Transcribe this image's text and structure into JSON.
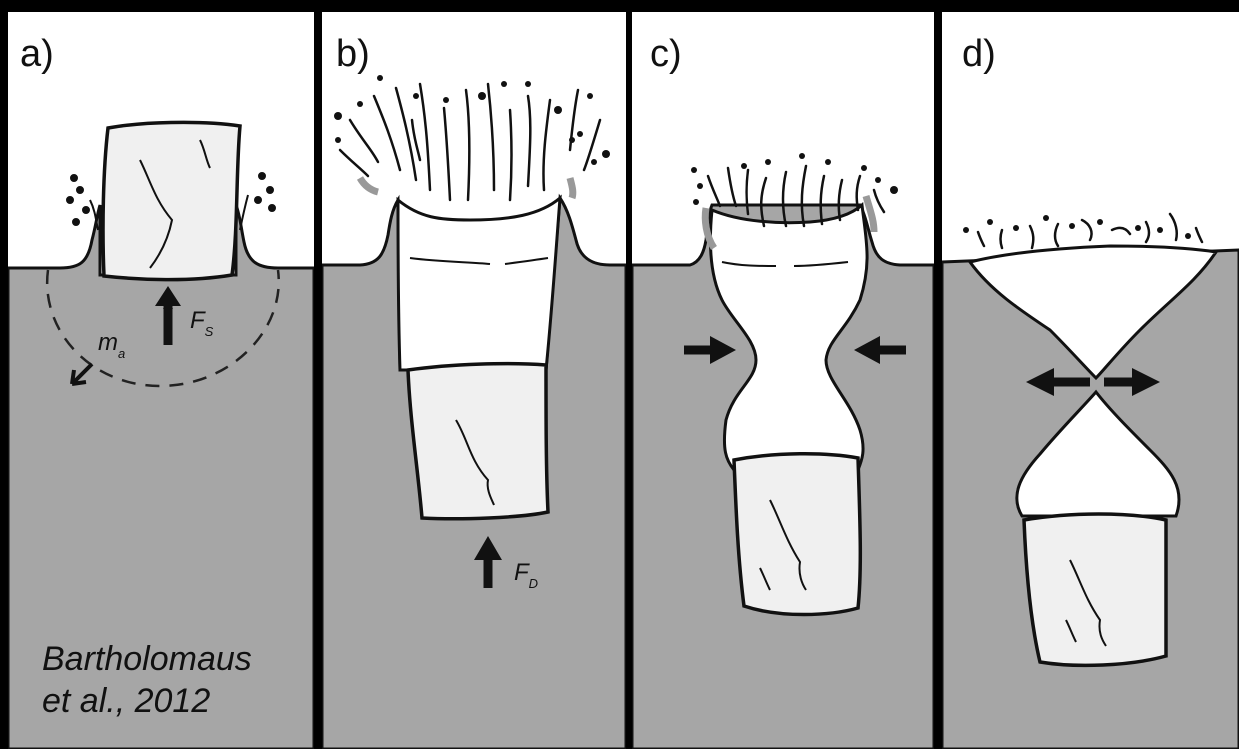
{
  "panels": [
    {
      "label": "a)"
    },
    {
      "label": "b)"
    },
    {
      "label": "c)"
    },
    {
      "label": "d)"
    }
  ],
  "forces": {
    "fs": {
      "symbol": "F",
      "subscript": "S"
    },
    "ma": {
      "symbol": "m",
      "subscript": "a"
    },
    "fd": {
      "symbol": "F",
      "subscript": "D"
    }
  },
  "citation": {
    "line1": "Bartholomaus",
    "line2": "et al., 2012"
  },
  "colors": {
    "sky": "#ffffff",
    "water": "#a6a6a6",
    "ice": "#f0f0f0",
    "cavity": "#ffffff",
    "outline": "#111111",
    "frame": "#000000"
  },
  "icons": [
    "force-arrow-icon",
    "ice-block",
    "calving-spray"
  ]
}
